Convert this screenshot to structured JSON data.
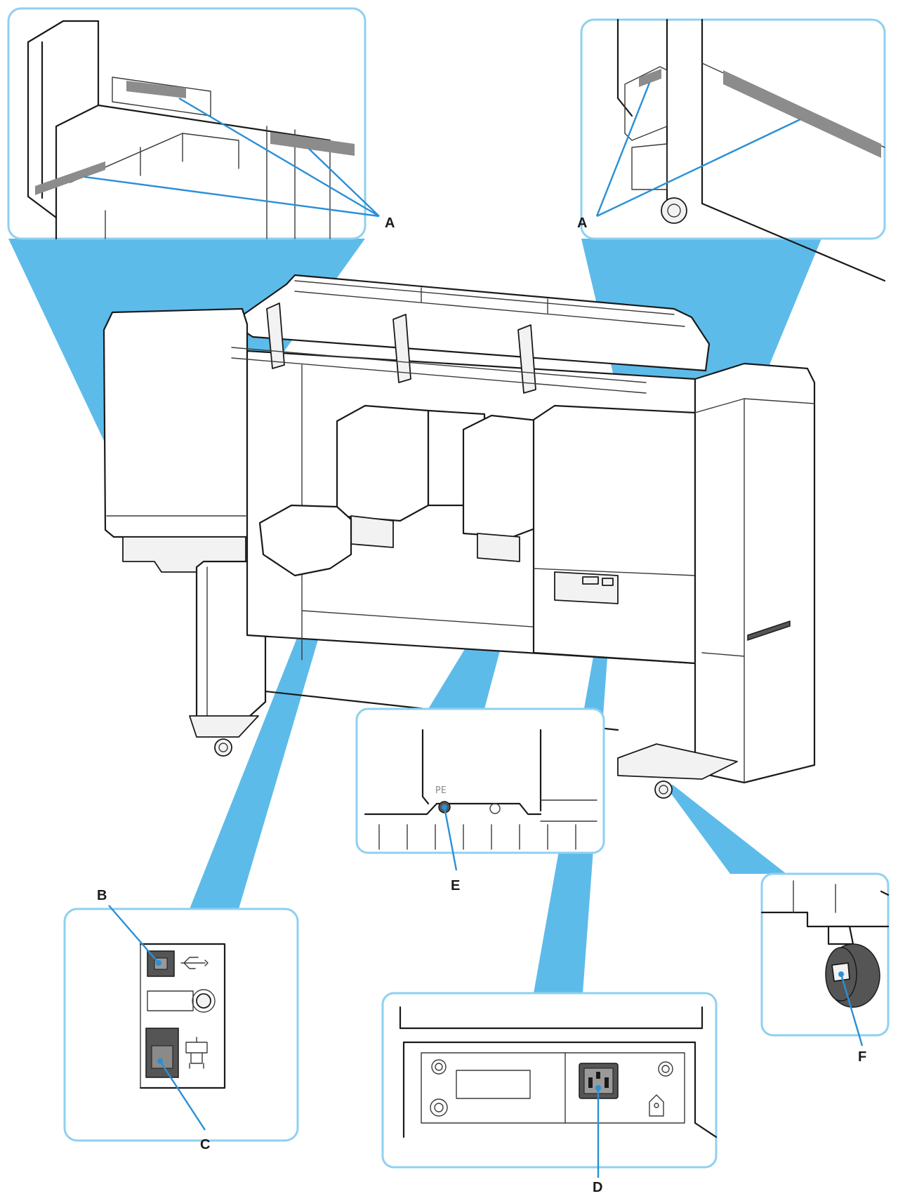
{
  "labels": {
    "a_left": "A",
    "a_right": "A",
    "b": "B",
    "c": "C",
    "d": "D",
    "e": "E",
    "f": "F"
  },
  "port_marks": {
    "pe": "PE"
  },
  "colors": {
    "callout_beam": "#5dbbea",
    "leader_line": "#2a8fd6",
    "callout_border": "#8fd0f0"
  }
}
